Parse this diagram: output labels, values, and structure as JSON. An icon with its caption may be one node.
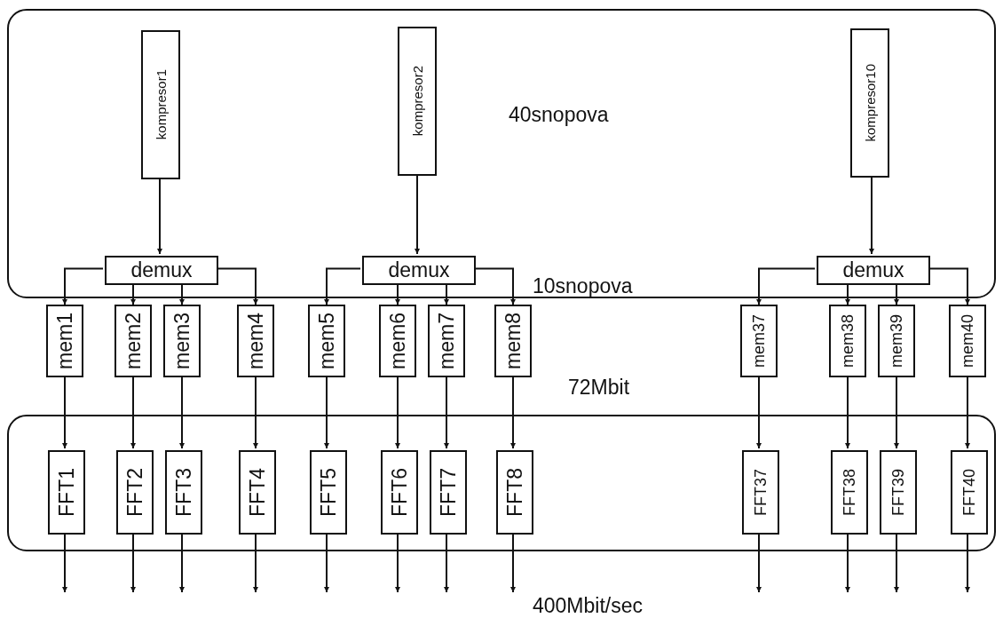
{
  "diagram": {
    "nodes": [
      {
        "text": [],
        "shape": "box"
      },
      {
        "text": [
          "kompresor1"
        ],
        "in": 0
      },
      {
        "text": [
          "kompresor2"
        ],
        "in": 0
      },
      {
        "text": [
          "kompresor10"
        ],
        "in": 0
      },
      {
        "text": [
          "demux"
        ],
        "in": 0
      },
      {
        "text": [
          "demux"
        ],
        "in": 0
      },
      {
        "text": [
          "demux"
        ],
        "in": 0
      },
      {
        "text": [
          "mem1"
        ]
      },
      {
        "text": [
          "mem2"
        ]
      },
      {
        "text": [
          "mem3"
        ]
      },
      {
        "text": [
          "mem4"
        ]
      },
      {
        "text": [
          "mem5"
        ]
      },
      {
        "text": [
          "mem6"
        ]
      },
      {
        "text": [
          "mem7"
        ]
      },
      {
        "text": [
          "mem8"
        ]
      },
      {
        "text": [
          "mem37"
        ]
      },
      {
        "text": [
          "mem38"
        ]
      },
      {
        "text": [
          "mem39"
        ]
      },
      {
        "text": [
          "mem40"
        ]
      },
      {
        "text": [],
        "shape": "box"
      },
      {
        "text": [
          "FFT1"
        ],
        "in": 19
      },
      {
        "text": [
          "FFT2"
        ],
        "in": 19
      },
      {
        "text": [
          "FFT3"
        ],
        "in": 19
      },
      {
        "text": [
          "FFT4"
        ],
        "in": 19
      },
      {
        "text": [
          "FFT5"
        ],
        "in": 19
      },
      {
        "text": [
          "FFT6"
        ],
        "in": 19
      },
      {
        "text": [
          "FFT7"
        ],
        "in": 19
      },
      {
        "text": [
          "FFT8"
        ],
        "in": 19
      },
      {
        "text": [
          "FFT37"
        ],
        "in": 19
      },
      {
        "text": [
          "FFT38"
        ],
        "in": 19
      },
      {
        "text": [
          "FFT39"
        ],
        "in": 19
      },
      {
        "text": [
          "FFT40"
        ],
        "in": 19
      }
    ],
    "edges": [
      {
        "from": 1,
        "to": 4,
        "arrow": "to"
      },
      {
        "from": 2,
        "to": 5,
        "arrow": "to"
      },
      {
        "from": 3,
        "to": 6,
        "arrow": "to"
      },
      {
        "from": 4,
        "to": 7,
        "arrow": "to"
      },
      {
        "from": 4,
        "to": 8,
        "arrow": "to"
      },
      {
        "from": 4,
        "to": 9,
        "arrow": "to"
      },
      {
        "from": 4,
        "to": 10,
        "arrow": "to"
      },
      {
        "from": 5,
        "to": 11,
        "arrow": "to"
      },
      {
        "from": 5,
        "to": 12,
        "arrow": "to"
      },
      {
        "from": 5,
        "to": 13,
        "arrow": "to"
      },
      {
        "from": 5,
        "to": 14,
        "arrow": "to"
      },
      {
        "from": 6,
        "to": 15,
        "arrow": "to"
      },
      {
        "from": 6,
        "to": 16,
        "arrow": "to"
      },
      {
        "from": 6,
        "to": 17,
        "arrow": "to"
      },
      {
        "from": 6,
        "to": 18,
        "arrow": "to"
      },
      {
        "from": 7,
        "to": 20,
        "arrow": "to"
      },
      {
        "from": 8,
        "to": 21,
        "arrow": "to"
      },
      {
        "from": 9,
        "to": 22,
        "arrow": "to"
      },
      {
        "from": 10,
        "to": 23,
        "arrow": "to"
      },
      {
        "from": 11,
        "to": 24,
        "arrow": "to"
      },
      {
        "from": 12,
        "to": 25,
        "arrow": "to"
      },
      {
        "from": 13,
        "to": 26,
        "arrow": "to"
      },
      {
        "from": 14,
        "to": 27,
        "arrow": "to"
      },
      {
        "from": 15,
        "to": 28,
        "arrow": "to"
      },
      {
        "from": 16,
        "to": 29,
        "arrow": "to"
      },
      {
        "from": 17,
        "to": 30,
        "arrow": "to"
      },
      {
        "from": 18,
        "to": 31,
        "arrow": "to"
      },
      {
        "from": 20,
        "to": null,
        "arrow": "to"
      },
      {
        "from": 21,
        "to": null,
        "arrow": "to"
      },
      {
        "from": 22,
        "to": null,
        "arrow": "to"
      },
      {
        "from": 23,
        "to": null,
        "arrow": "to"
      },
      {
        "from": 24,
        "to": null,
        "arrow": "to"
      },
      {
        "from": 25,
        "to": null,
        "arrow": "to"
      },
      {
        "from": 26,
        "to": null,
        "arrow": "to"
      },
      {
        "from": 27,
        "to": null,
        "arrow": "to"
      },
      {
        "from": 28,
        "to": null,
        "arrow": "to"
      },
      {
        "from": 29,
        "to": null,
        "arrow": "to"
      },
      {
        "from": 30,
        "to": null,
        "arrow": "to"
      },
      {
        "from": 31,
        "to": null,
        "arrow": "to"
      }
    ],
    "labels": [
      "40snopova",
      "10snopova",
      "72Mbit",
      "400Mbit/sec"
    ]
  }
}
